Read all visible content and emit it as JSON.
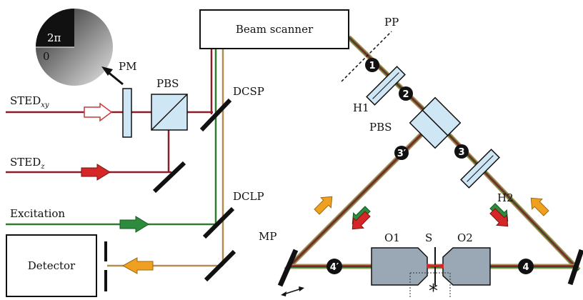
{
  "labels": {
    "beam_scanner": "Beam scanner",
    "detector": "Detector",
    "pp": "PP",
    "pm": "PM",
    "pbs_left": "PBS",
    "pbs_right": "PBS",
    "dcsp": "DCSP",
    "dclp": "DCLP",
    "h1": "H1",
    "h2": "H2",
    "mp": "MP",
    "o1": "O1",
    "o2": "O2",
    "s": "S",
    "sted_xy": "STED",
    "sted_xy_sub": "xy",
    "sted_z": "STED",
    "sted_z_sub": "z",
    "excitation": "Excitation",
    "phase_top": "2π",
    "phase_bottom": "0",
    "marker_1": "1",
    "marker_2": "2",
    "marker_3": "3",
    "marker_3p": "3′",
    "marker_4": "4",
    "marker_4p": "4′",
    "asterisk": "*"
  },
  "colors": {
    "sted": "#8b1e2b",
    "excitation": "#2e7d32",
    "fluorescence": "#b08d57",
    "optic_fill": "#cfe6f4",
    "objective_fill": "#9aa8b6",
    "arrow_red": "#d62728",
    "arrow_green": "#2e8b3e",
    "arrow_orange": "#f0a020"
  }
}
